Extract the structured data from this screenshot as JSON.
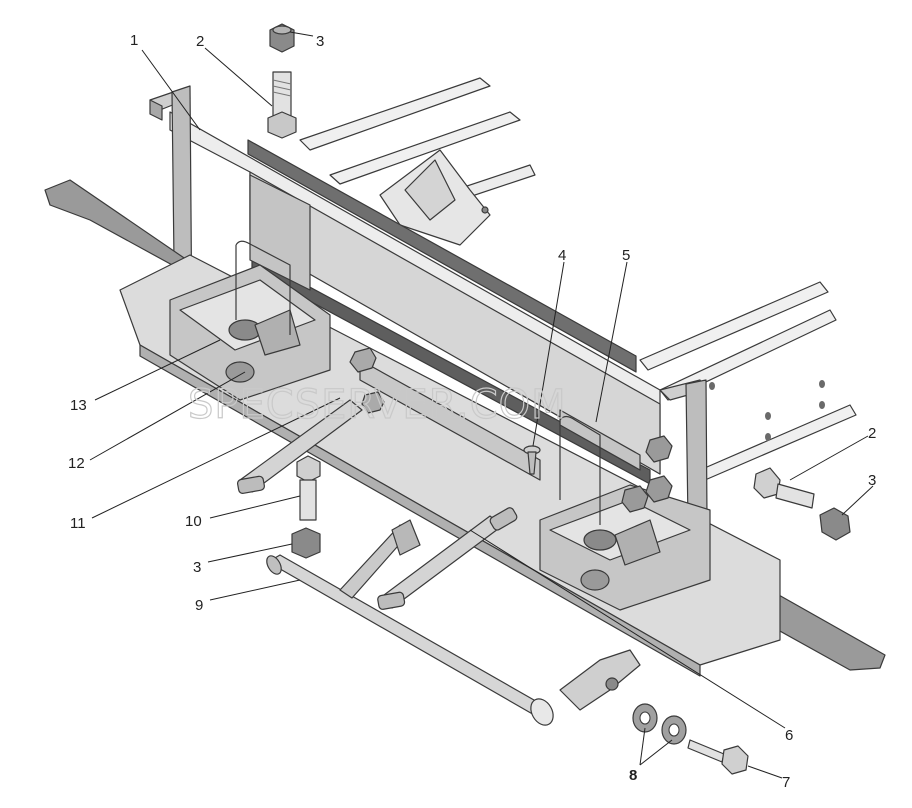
{
  "watermark": "SPECSERVER.COM",
  "callouts": [
    {
      "id": "c1",
      "text": "1"
    },
    {
      "id": "c2a",
      "text": "2"
    },
    {
      "id": "c3a",
      "text": "3"
    },
    {
      "id": "c4",
      "text": "4"
    },
    {
      "id": "c5",
      "text": "5"
    },
    {
      "id": "c2b",
      "text": "2"
    },
    {
      "id": "c3b",
      "text": "3"
    },
    {
      "id": "c13",
      "text": "13"
    },
    {
      "id": "c12",
      "text": "12"
    },
    {
      "id": "c11",
      "text": "11"
    },
    {
      "id": "c10",
      "text": "10"
    },
    {
      "id": "c3c",
      "text": "3"
    },
    {
      "id": "c9",
      "text": "9"
    },
    {
      "id": "c6",
      "text": "6"
    },
    {
      "id": "c8",
      "text": "8"
    },
    {
      "id": "c7",
      "text": "7"
    }
  ],
  "colors": {
    "metal_light": "#d9d9d9",
    "metal_mid": "#bcbcbc",
    "metal_dark": "#7a7a7a",
    "outline": "#3a3a3a"
  }
}
